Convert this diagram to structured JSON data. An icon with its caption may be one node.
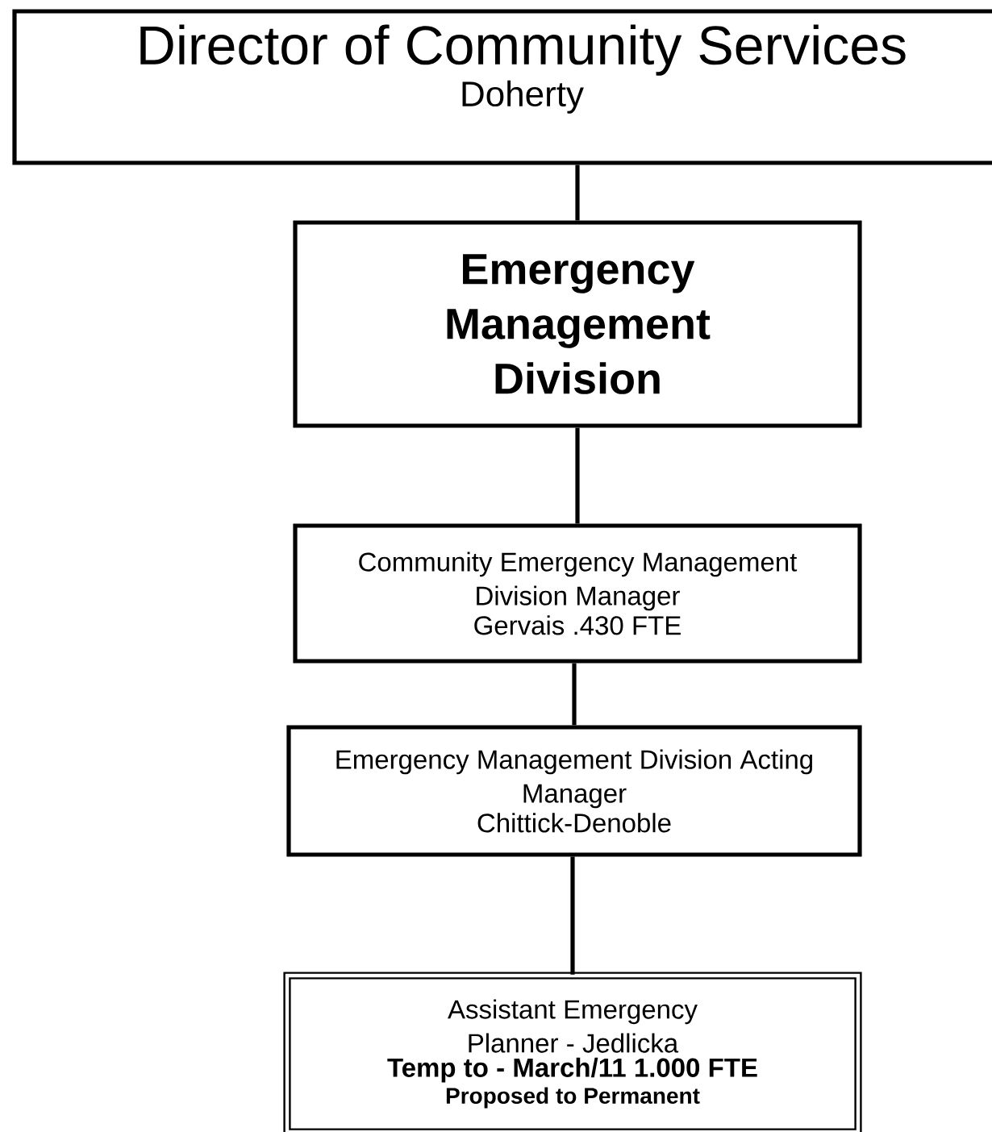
{
  "diagram": {
    "nodes": [
      {
        "text": [
          "Director of Community Services",
          "Doherty"
        ]
      },
      {
        "text": [
          "Emergency Management Division"
        ]
      },
      {
        "text": [
          "Community Emergency Management Division Manager",
          "Gervais .430 FTE"
        ]
      },
      {
        "text": [
          "Emergency Management Division Acting Manager",
          "Chittick-Denoble"
        ]
      },
      {
        "text": [
          "Assistant Emergency Planner - Jedlicka",
          "Temp to - March/11 1.000 FTE",
          "Proposed to Permanent"
        ]
      }
    ],
    "edges": [
      {
        "from": 0,
        "to": 1,
        "arrow": "none"
      },
      {
        "from": 1,
        "to": 2,
        "arrow": "none"
      },
      {
        "from": 2,
        "to": 3,
        "arrow": "none"
      },
      {
        "from": 3,
        "to": 4,
        "arrow": "none"
      }
    ]
  }
}
